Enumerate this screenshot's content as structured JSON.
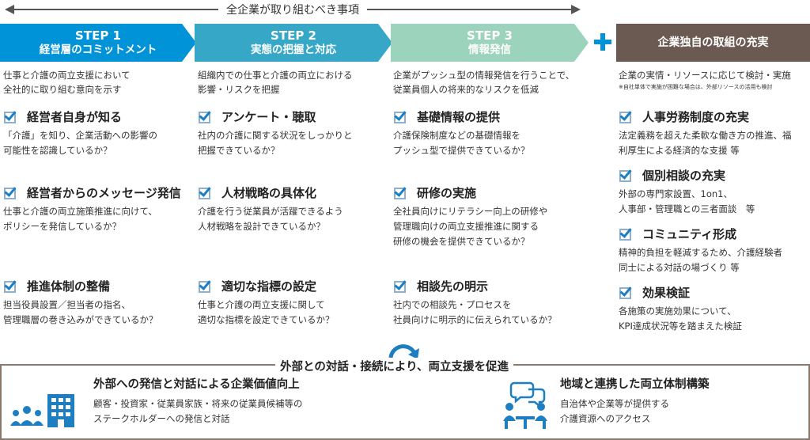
{
  "header": {
    "label": "全企業が取り組むべき事項"
  },
  "plus_icon": "plus-icon",
  "colors": {
    "step1": "#0093d7",
    "step2": "#37a7c8",
    "step3": "#9bd3bc",
    "extra": "#6b5a52",
    "accent": "#1d7ec2",
    "frame": "#8a7a6e"
  },
  "columns": [
    {
      "step": "STEP 1",
      "title": "経営層のコミットメント",
      "intro_lines": [
        "仕事と介護の両立支援において",
        "全社的に取り組む意向を示す"
      ],
      "items": [
        {
          "title": "経営者自身が知る",
          "lines": [
            "「介護」を知り、企業活動への影響の",
            "可能性を認識しているか？"
          ]
        },
        {
          "title": "経営者からのメッセージ発信",
          "lines": [
            "仕事と介護の両立施策推進に向けて、",
            "ポリシーを発信しているか？"
          ]
        },
        {
          "title": "推進体制の整備",
          "lines": [
            "担当役員設置／担当者の指名、",
            "管理職層の巻き込みができているか？"
          ]
        }
      ]
    },
    {
      "step": "STEP 2",
      "title": "実態の把握と対応",
      "intro_lines": [
        "組織内での仕事と介護の両立における",
        "影響・リスクを把握"
      ],
      "items": [
        {
          "title": "アンケート・聴取",
          "lines": [
            "社内の介護に関する状況をしっかりと",
            "把握できているか？"
          ]
        },
        {
          "title": "人材戦略の具体化",
          "lines": [
            "介護を行う従業員が活躍できるよう",
            "人材戦略を設計できているか？"
          ]
        },
        {
          "title": "適切な指標の設定",
          "lines": [
            "仕事と介護の両立支援に関して",
            "適切な指標を設定できているか？"
          ]
        }
      ]
    },
    {
      "step": "STEP 3",
      "title": "情報発信",
      "intro_lines": [
        "企業がプッシュ型の情報発信を行うことで、",
        "従業員個人の将来的なリスクを低減"
      ],
      "items": [
        {
          "title": "基礎情報の提供",
          "lines": [
            "介護保険制度などの基礎情報を",
            "プッシュ型で提供できているか？"
          ]
        },
        {
          "title": "研修の実施",
          "lines": [
            "全社員向けにリテラシー向上の研修や",
            "管理職向けの両立支援推進に関する",
            "研修の機会を提供できているか？"
          ]
        },
        {
          "title": "相談先の明示",
          "lines": [
            "社内での相談先・プロセスを",
            "社員向けに明示的に伝えられているか？"
          ]
        }
      ]
    },
    {
      "title": "企業独自の取組の充実",
      "intro_lines": [
        "企業の実情・リソースに応じて検討・実施"
      ],
      "note": "※自社単体で実施が困難な場合は、外部リソースの活用も検討",
      "items": [
        {
          "title": "人事労務制度の充実",
          "lines": [
            "法定義務を超えた柔軟な働き方の推進、福",
            "利厚生による経済的な支援 等"
          ]
        },
        {
          "title": "個別相談の充実",
          "lines": [
            "外部の専門家設置、1on1、",
            "人事部・管理職との三者面談　等"
          ]
        },
        {
          "title": "コミュニティ形成",
          "lines": [
            "精神的負担を軽減するため、介護経験者",
            "同士による対話の場づくり 等"
          ]
        },
        {
          "title": "効果検証",
          "lines": [
            "各施策の実施効果について、",
            "KPI達成状況等を踏まえた検証"
          ]
        }
      ]
    }
  ],
  "bottom": {
    "title": "外部との対話・接続により、両立支援を促進",
    "left": {
      "title": "外部への発信と対話による企業価値向上",
      "lines": [
        "顧客・投資家・従業員家族・将来の従業員候補等の",
        "ステークホルダーへの発信と対話"
      ],
      "icon": "people-building-icon"
    },
    "right": {
      "title": "地域と連携した両立体制構築",
      "lines": [
        "自治体や企業等が提供する",
        "介護資源へのアクセス"
      ],
      "icon": "meeting-icon"
    },
    "cycle_icon": "cycle-arrows-icon"
  }
}
